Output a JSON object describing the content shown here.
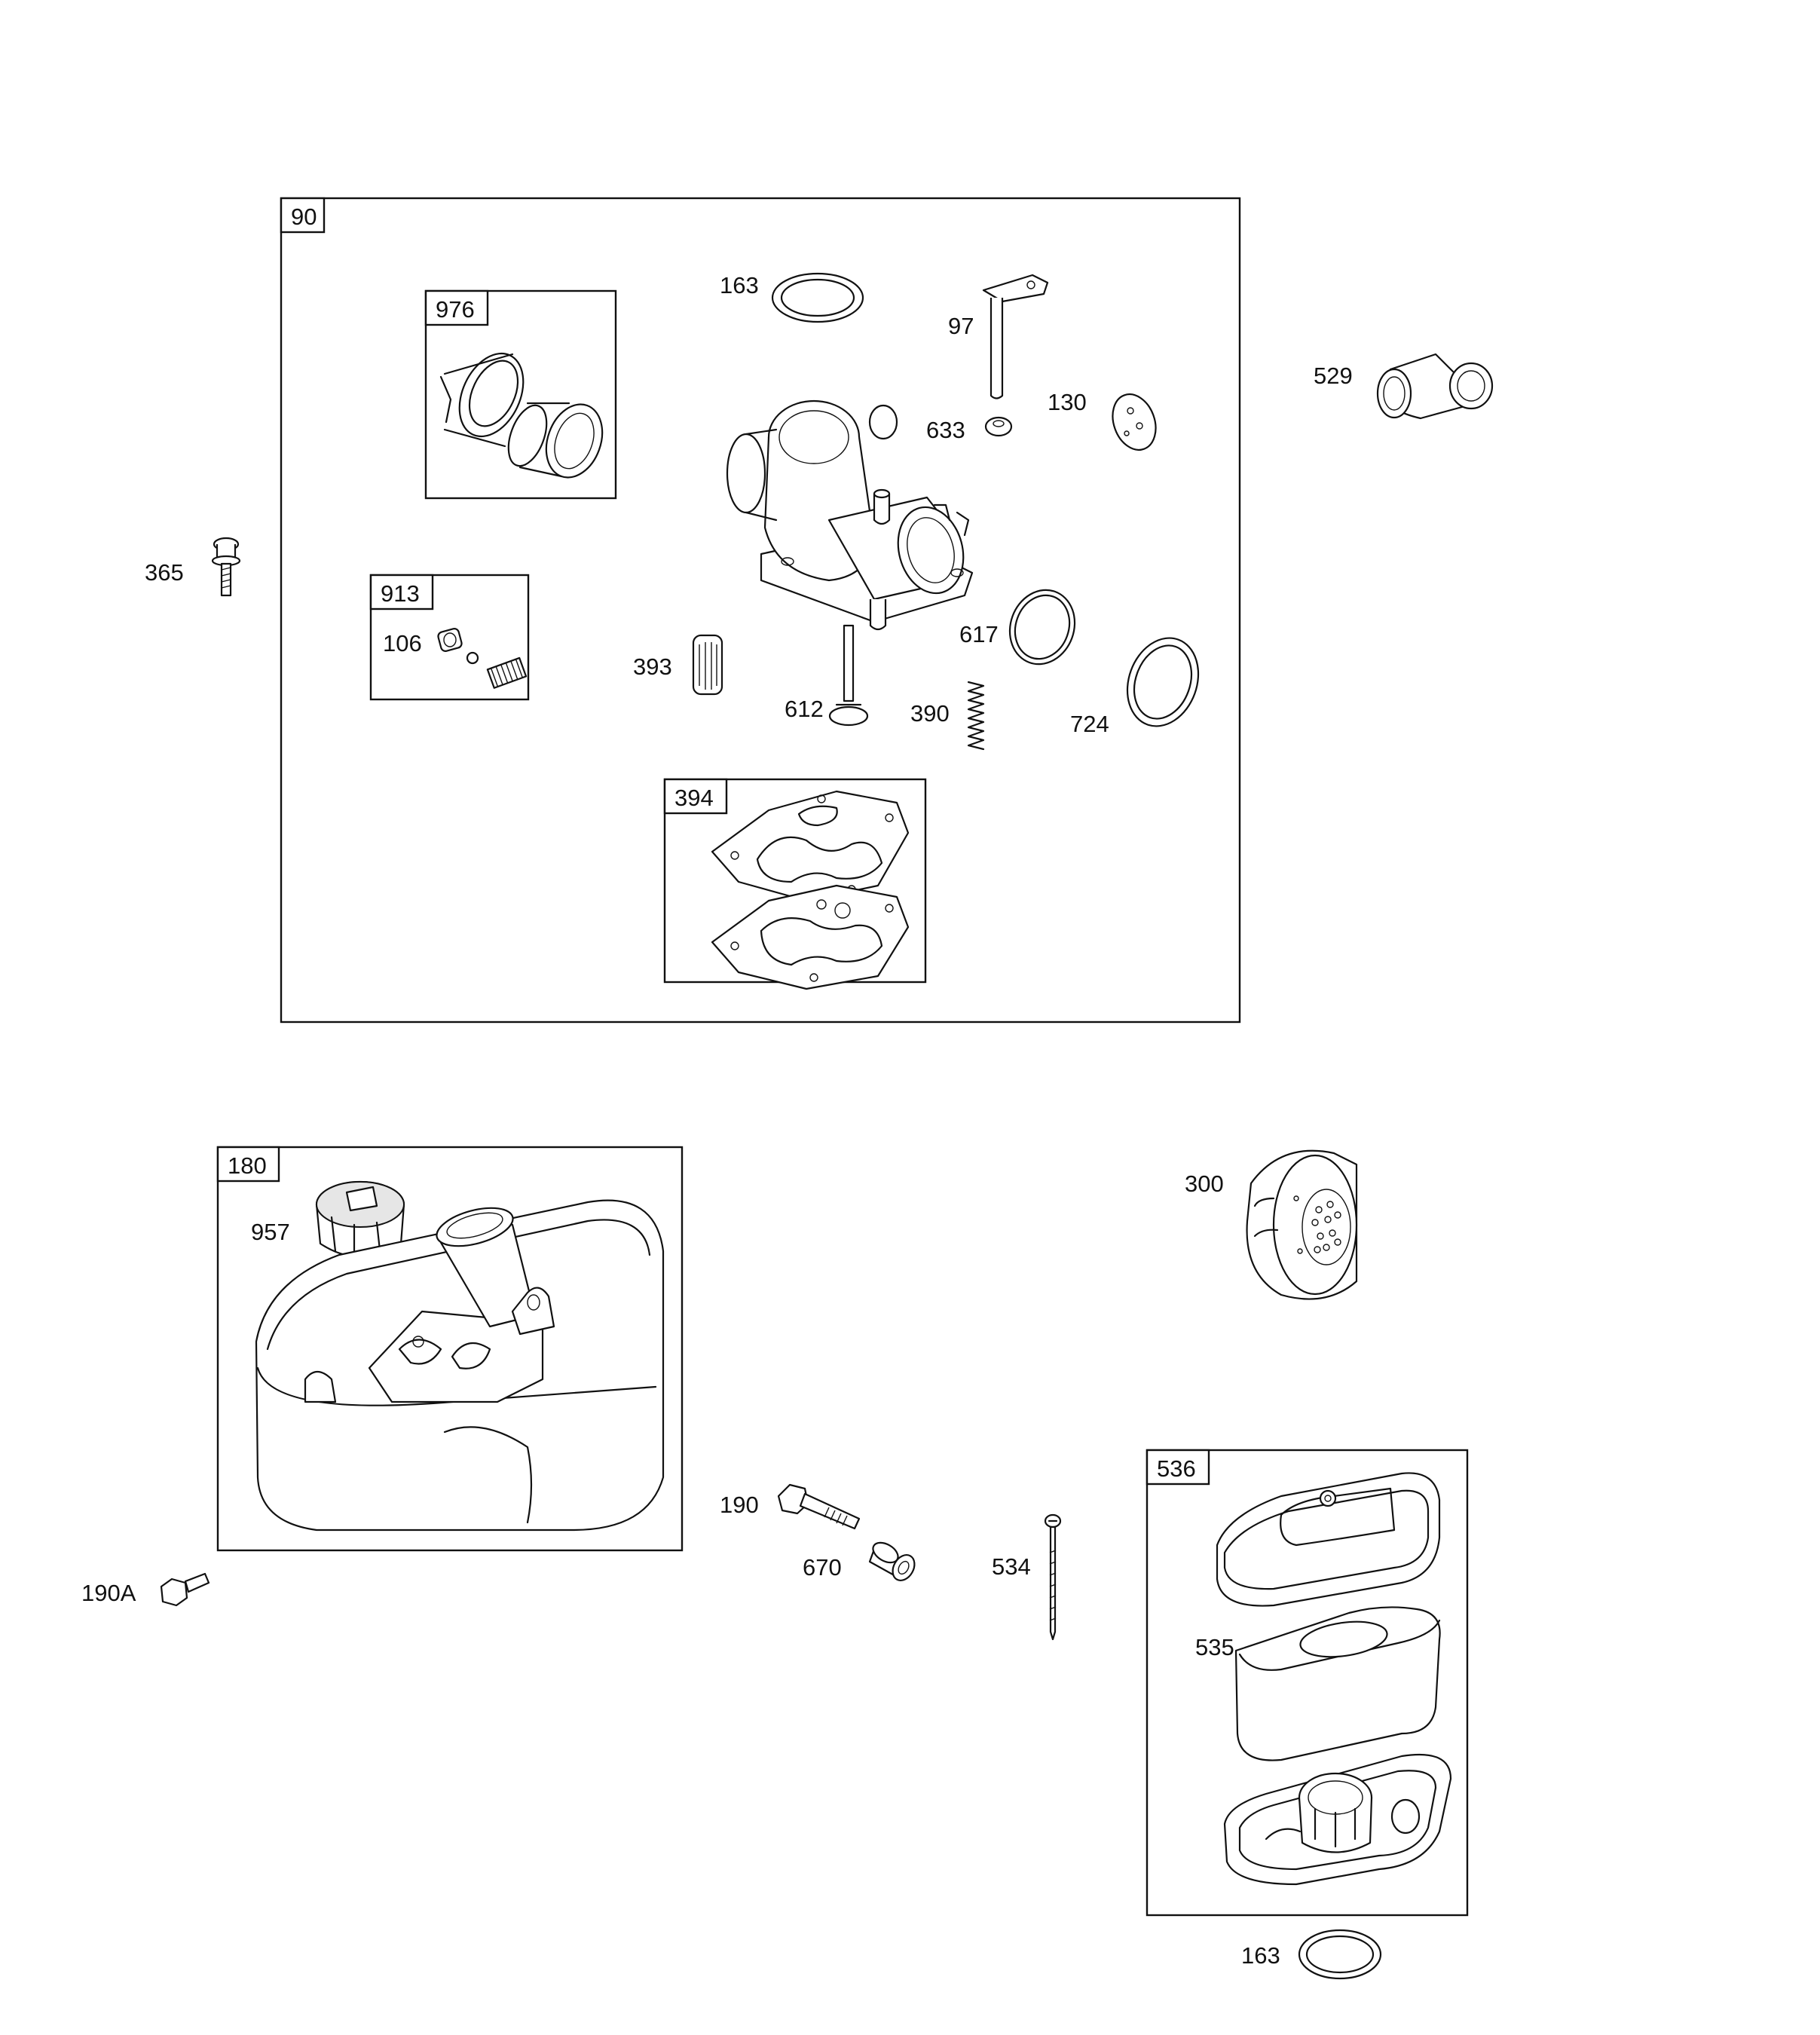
{
  "labels": {
    "l90": "90",
    "l976": "976",
    "l913": "913",
    "l394": "394",
    "l163a": "163",
    "l97": "97",
    "l633": "633",
    "l130": "130",
    "l529": "529",
    "l365": "365",
    "l106": "106",
    "l393": "393",
    "l612": "612",
    "l390": "390",
    "l617": "617",
    "l724": "724",
    "l180": "180",
    "l957": "957",
    "l300": "300",
    "l190": "190",
    "l670": "670",
    "l534": "534",
    "l536": "536",
    "l535": "535",
    "l190a": "190A",
    "l163b": "163"
  }
}
